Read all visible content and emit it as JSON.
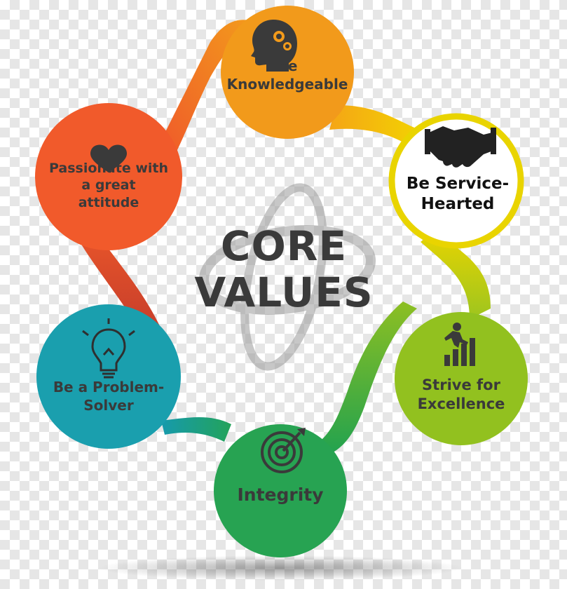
{
  "center": {
    "title": "CORE\nVALUES"
  },
  "values": [
    {
      "key": "knowledgeable",
      "label": "Be\nKnowledgeable",
      "icon": "head-gears-icon",
      "color": "#f29a1b"
    },
    {
      "key": "service",
      "label": "Be Service-\nHearted",
      "icon": "handshake-icon",
      "color": "#ffffff",
      "ring": "#e9d400"
    },
    {
      "key": "excellence",
      "label": "Strive for\nExcellence",
      "icon": "climbing-stairs-icon",
      "color": "#92c11f"
    },
    {
      "key": "integrity",
      "label": "Integrity",
      "icon": "target-icon",
      "color": "#27a352"
    },
    {
      "key": "problem",
      "label": "Be a Problem-\nSolver",
      "icon": "lightbulb-icon",
      "color": "#1a9fae"
    },
    {
      "key": "passion",
      "label": "Passionate with\na great\nattitude",
      "icon": "heart-icon",
      "color": "#f15a2b"
    }
  ]
}
